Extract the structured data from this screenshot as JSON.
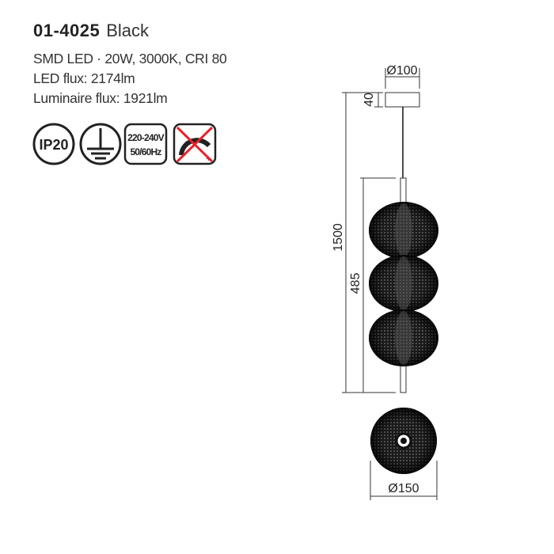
{
  "product": {
    "code": "01-4025",
    "color": "Black",
    "spec_line": "SMD LED · 20W, 3000K, CRI 80",
    "led_flux": "LED flux: 2174lm",
    "luminaire_flux": "Luminaire flux: 1921lm"
  },
  "icons": {
    "ip_rating": "IP20",
    "earth": "earth-ground-icon",
    "voltage": "220-240V",
    "frequency": "50/60Hz",
    "dimmable": "not-dimmable-icon",
    "dim_minus": "-",
    "dim_plus": "+",
    "cross_color": "#e8202a"
  },
  "dimensions": {
    "canopy_diameter": "Ø100",
    "canopy_height": "40",
    "total_height": "1500",
    "body_height": "485",
    "body_diameter": "Ø150"
  }
}
